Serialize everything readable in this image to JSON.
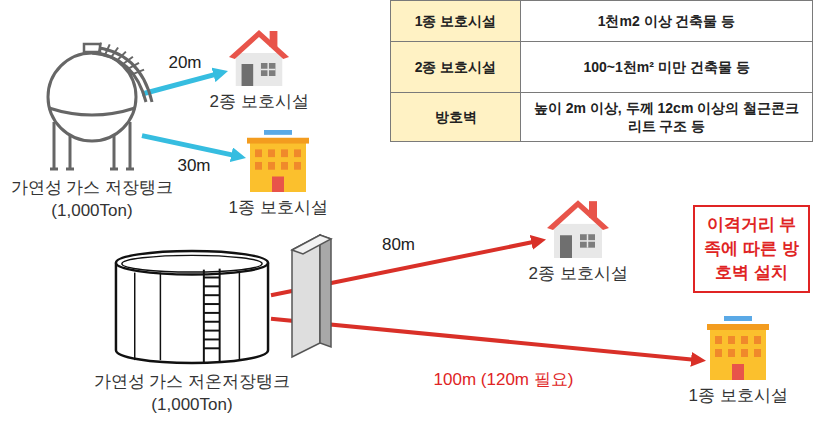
{
  "diagram": {
    "nodes": [
      {
        "text": [
          "가연성 가스 저장탱크",
          "(1,000Ton)"
        ]
      },
      {
        "text": [
          "2종 보호시설"
        ]
      },
      {
        "text": [
          "1종 보호시설"
        ]
      },
      {
        "text": [
          "가연성 가스 저온저장탱크",
          "(1,000Ton)"
        ]
      },
      {
        "text": [
          "2종 보호시설"
        ]
      },
      {
        "text": [
          "1종 보호시설"
        ]
      },
      {
        "text": [
          "이격거리 부족에 따른 방호벽 설치"
        ]
      }
    ],
    "edges": [
      {
        "from": 0,
        "to": 1,
        "label": "20m",
        "arrow": "to"
      },
      {
        "from": 0,
        "to": 2,
        "label": "30m",
        "arrow": "to"
      },
      {
        "from": 3,
        "to": 4,
        "label": "80m",
        "arrow": "to"
      },
      {
        "from": 3,
        "to": 5,
        "label": "100m (120m 필요)",
        "arrow": "to"
      }
    ],
    "labels": [
      "1종 보호시설",
      "1천m2 이상 건축물 등",
      "2종 보호시설",
      "100~1천m² 미만 건축물 등",
      "방호벽",
      "높이 2m 이상, 두께 12cm 이상의 철근콘크리트 구조 등"
    ]
  }
}
